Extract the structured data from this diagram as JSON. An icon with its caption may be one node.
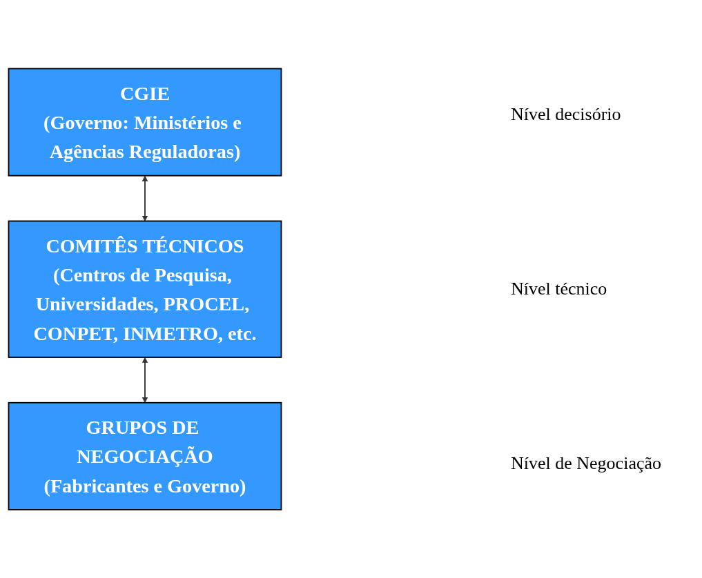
{
  "diagram": {
    "nodes": [
      {
        "text": [
          "CGIE",
          "(Governo: Ministérios e Agências Reguladoras)"
        ]
      },
      {
        "text": [
          "COMITÊS TÉCNICOS",
          "(Centros de Pesquisa, Universidades, PROCEL, CONPET, INMETRO, etc."
        ]
      },
      {
        "text": [
          "GRUPOS DE NEGOCIAÇÃO",
          "(Fabricantes e Governo)"
        ]
      }
    ],
    "edges": [
      {
        "from": 0,
        "to": 1,
        "arrow": "both"
      },
      {
        "from": 1,
        "to": 2,
        "arrow": "both"
      }
    ],
    "labels": [
      "Nível decisório",
      "Nível técnico",
      "Nível de Negociação"
    ]
  }
}
